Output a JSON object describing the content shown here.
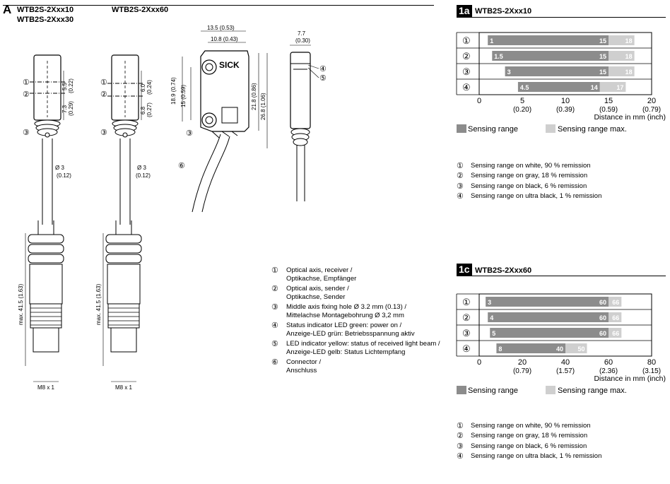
{
  "section_label": "A",
  "headers": {
    "model_a": "WTB2S-2Xxx10",
    "model_b": "WTB2S-2Xxx30",
    "model_c": "WTB2S-2Xxx60"
  },
  "drawing_labels": {
    "markers": [
      "①",
      "②",
      "③",
      "④",
      "⑤",
      "⑥"
    ],
    "dim_5_5": "5.5",
    "dim_5_5_in": "(0.22)",
    "dim_7_3": "7.3",
    "dim_7_3_in": "(0.29)",
    "dim_6_0": "6.0",
    "dim_6_0_in": "(0.24)",
    "dim_6_8": "6.8",
    "dim_6_8_in": "(0.27)",
    "cable_dia": "Ø 3",
    "cable_dia_in": "(0.12)",
    "dim_13_5": "13.5 (0.53)",
    "dim_10_8": "10.8 (0.43)",
    "dim_7_7": "7.7",
    "dim_7_7_in": "(0.30)",
    "dim_18_9": "18.9 (0.74)",
    "dim_15": "15 (0.59)",
    "dim_21_8": "21.8 (0.86)",
    "dim_26_8": "26.8 (1.06)",
    "brand": "SICK",
    "max_len": "max. 41.5 (1.63)",
    "thread": "M8 x 1"
  },
  "legend_a": [
    {
      "num": "①",
      "lines": [
        "Optical axis, receiver /",
        "Optikachse, Empfänger"
      ]
    },
    {
      "num": "②",
      "lines": [
        "Optical axis, sender /",
        "Optikachse, Sender"
      ]
    },
    {
      "num": "③",
      "lines": [
        "Middle axis fixing hole Ø 3.2 mm (0.13) /",
        "Mittelachse Montagebohrung Ø 3,2 mm"
      ]
    },
    {
      "num": "④",
      "lines": [
        "Status indicator LED green: power on /",
        "Anzeige-LED grün: Betriebsspannung aktiv"
      ]
    },
    {
      "num": "⑤",
      "lines": [
        "LED indicator yellow: status of received light beam /",
        "Anzeige-LED gelb: Status Lichtempfang"
      ]
    },
    {
      "num": "⑥",
      "lines": [
        "Connector /",
        "Anschluss"
      ]
    }
  ],
  "chart_data": [
    {
      "type": "bar",
      "badge": "1a",
      "title": "WTB2S-2Xxx10",
      "categories": [
        "①",
        "②",
        "③",
        "④"
      ],
      "series": [
        {
          "name": "Sensing range",
          "start": [
            1,
            1.5,
            3,
            4.5
          ],
          "end": [
            15,
            15,
            15,
            14
          ]
        },
        {
          "name": "Sensing range max.",
          "start": [
            15,
            15,
            15,
            14
          ],
          "end": [
            18,
            18,
            18,
            17
          ]
        }
      ],
      "xlim": [
        0,
        20
      ],
      "xticks": [
        "0",
        "5",
        "10",
        "15",
        "20"
      ],
      "xticks_inch": [
        "",
        "(0.20)",
        "(0.39)",
        "(0.59)",
        "(0.79)"
      ],
      "xlabel": "Distance in mm (inch)",
      "colors": {
        "range": "#8c8c8c",
        "max": "#cfcfcf"
      },
      "notes": [
        "Sensing range on white, 90 % remission",
        "Sensing range on gray, 18 % remission",
        "Sensing range on black, 6 % remission",
        "Sensing range on ultra black, 1 % remission"
      ]
    },
    {
      "type": "bar",
      "badge": "1c",
      "title": "WTB2S-2Xxx60",
      "categories": [
        "①",
        "②",
        "③",
        "④"
      ],
      "series": [
        {
          "name": "Sensing range",
          "start": [
            3,
            4,
            5,
            8
          ],
          "end": [
            60,
            60,
            60,
            40
          ]
        },
        {
          "name": "Sensing range max.",
          "start": [
            60,
            60,
            60,
            40
          ],
          "end": [
            66,
            66,
            66,
            50
          ]
        }
      ],
      "xlim": [
        0,
        80
      ],
      "xticks": [
        "0",
        "20",
        "40",
        "60",
        "80"
      ],
      "xticks_inch": [
        "",
        "(0.79)",
        "(1.57)",
        "(2.36)",
        "(3.15)"
      ],
      "xlabel": "Distance in mm (inch)",
      "colors": {
        "range": "#8c8c8c",
        "max": "#cfcfcf"
      },
      "notes": [
        "Sensing range on white, 90 % remission",
        "Sensing range on gray, 18 % remission",
        "Sensing range on black, 6 % remission",
        "Sensing range on ultra black, 1 % remission"
      ]
    }
  ]
}
